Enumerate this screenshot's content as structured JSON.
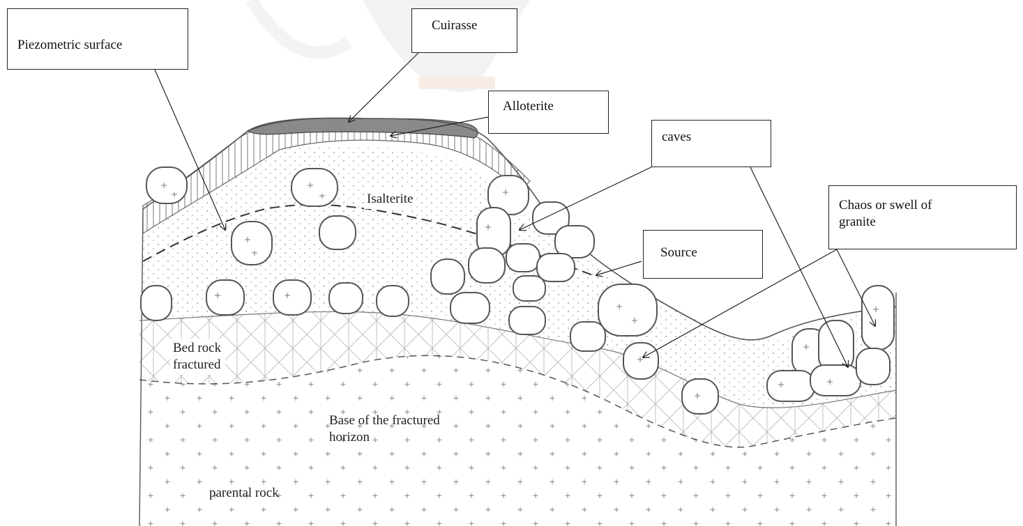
{
  "labels": {
    "piezometric_surface": "Piezometric surface",
    "cuirasse": "Cuirasse",
    "alloterite": "Alloterite",
    "caves": "caves",
    "chaos_line1": "Chaos or swell of",
    "chaos_line2": "granite",
    "source": "Source",
    "isalterite": "Isalterite",
    "bed_rock_line1": "Bed rock",
    "bed_rock_line2": "fractured",
    "base_line1": "Base of the fractured",
    "base_line2": "horizon",
    "parental_rock": "parental rock"
  },
  "colors": {
    "ink": "#222222",
    "pencil": "#6e6e6e",
    "light": "#b4b4b4",
    "dark": "#333333"
  }
}
